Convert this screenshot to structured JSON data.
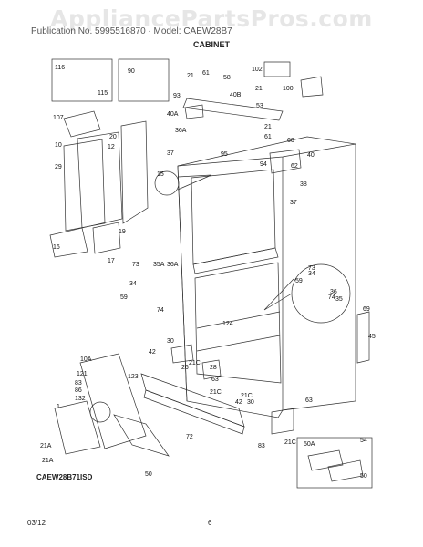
{
  "header": {
    "watermark": "AppliancePartsPros.com",
    "publication": "Publication No. 5995516870 · Model: CAEW28B7",
    "section": "CABINET"
  },
  "model_code": "CAEW28B71ISD",
  "footer": {
    "date": "03/12",
    "page": "6"
  },
  "callouts": {
    "c116": "116",
    "c115": "115",
    "c90": "90",
    "c102": "102",
    "c100": "100",
    "c21a": "21",
    "c61a": "61",
    "c58": "58",
    "c40b": "40B",
    "c21b": "21",
    "c93": "93",
    "c40a": "40A",
    "c53": "53",
    "c107": "107",
    "c20": "20",
    "c10": "10",
    "c12": "12",
    "c29": "29",
    "c36a1": "36A",
    "c37a": "37",
    "c95": "95",
    "c94": "94",
    "c21c": "21",
    "c61b": "61",
    "c60": "60",
    "c40c": "40",
    "c62": "62",
    "c38": "38",
    "c15": "15",
    "c37b": "37",
    "c19": "19",
    "c16": "16",
    "c17": "17",
    "c73a": "73",
    "c35a": "35A",
    "c36a2": "36A",
    "c34a": "34",
    "c59a": "59",
    "c74a": "74",
    "c73b": "73",
    "c34b": "34",
    "c59b": "59",
    "c36b": "36",
    "c35b": "35",
    "c74b": "74",
    "c69": "69",
    "c45": "45",
    "c124": "124",
    "c30a": "30",
    "c42a": "42",
    "c21c1": "21C",
    "c26": "26",
    "c28": "28",
    "c10a": "10A",
    "c121": "121",
    "c123": "123",
    "c83": "83",
    "c86": "86",
    "c132": "132",
    "c1": "1",
    "c63a": "63",
    "c21c2": "21C",
    "c21c3": "21C",
    "c42b": "42",
    "c30b": "30",
    "c63b": "63",
    "c72": "72",
    "c21c4": "21C",
    "c83b": "83",
    "c21a1": "21A",
    "c21a2": "21A",
    "c50": "50",
    "c50a": "50A",
    "c54": "54",
    "c50b": "50"
  }
}
